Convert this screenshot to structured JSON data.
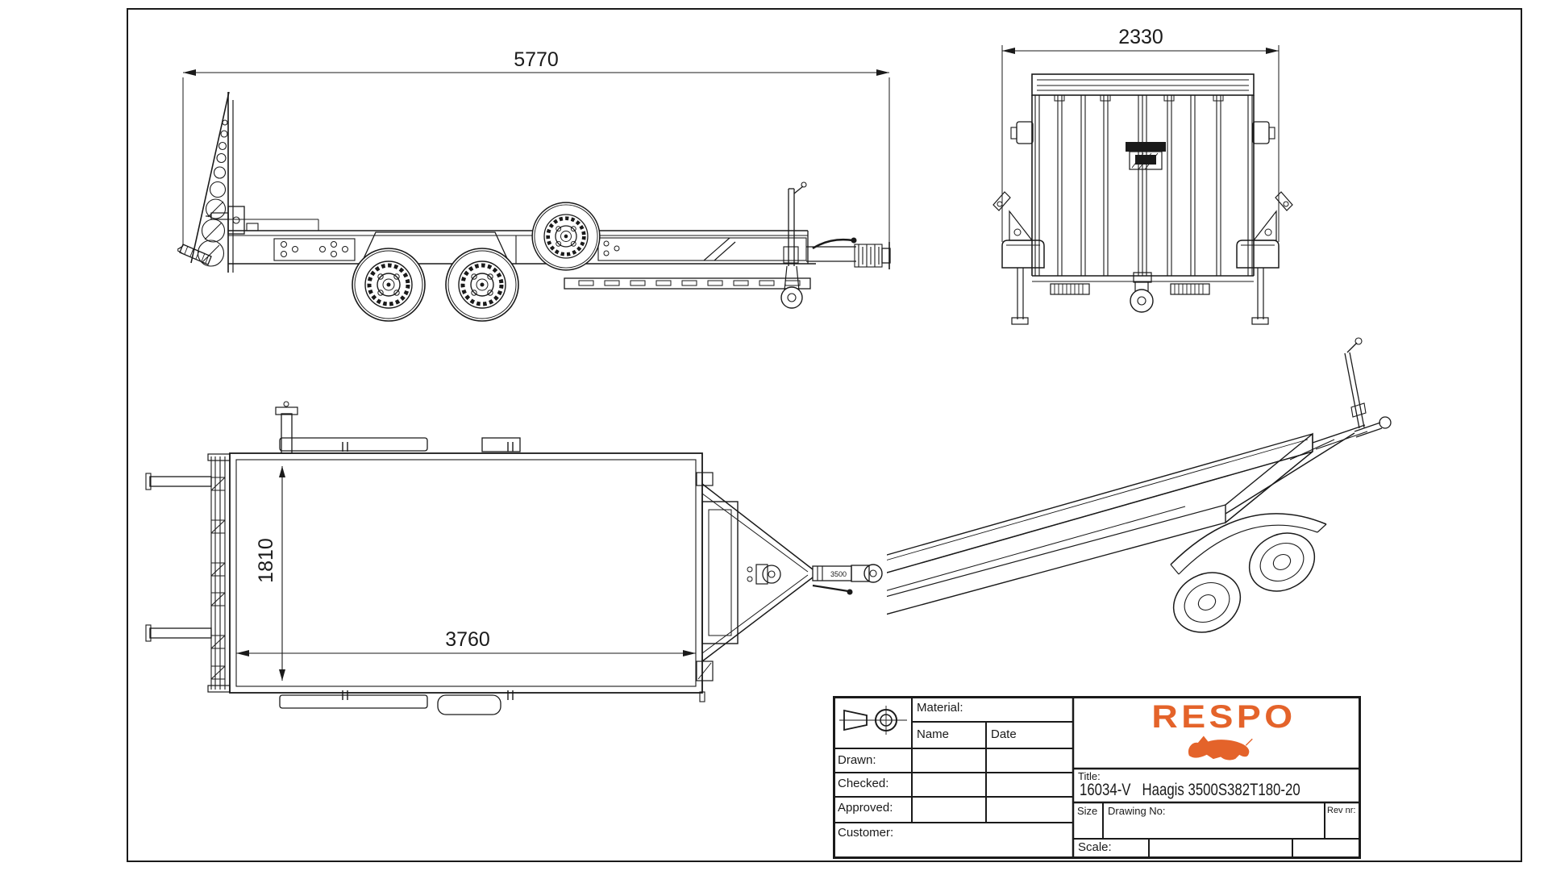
{
  "meta": {
    "document_type": "technical drawing",
    "background_color": "#ffffff",
    "line_color": "#1a1a1a",
    "brand_color": "#e4632a"
  },
  "dimensions": {
    "side_overall_length": "5770",
    "rear_overall_width": "2330",
    "top_inner_width": "1810",
    "top_inner_length": "3760",
    "coupling_marking": "3500"
  },
  "title_block": {
    "material_label": "Material:",
    "name_label": "Name",
    "date_label": "Date",
    "drawn_label": "Drawn:",
    "checked_label": "Checked:",
    "approved_label": "Approved:",
    "customer_label": "Customer:",
    "title_label": "Title:",
    "title_value": "16034-V   Haagis 3500S382T180-20",
    "size_label": "Size",
    "drawing_no_label": "Drawing No:",
    "rev_label": "Rev nr:",
    "scale_label": "Scale:",
    "logo_text": "RESPO"
  }
}
